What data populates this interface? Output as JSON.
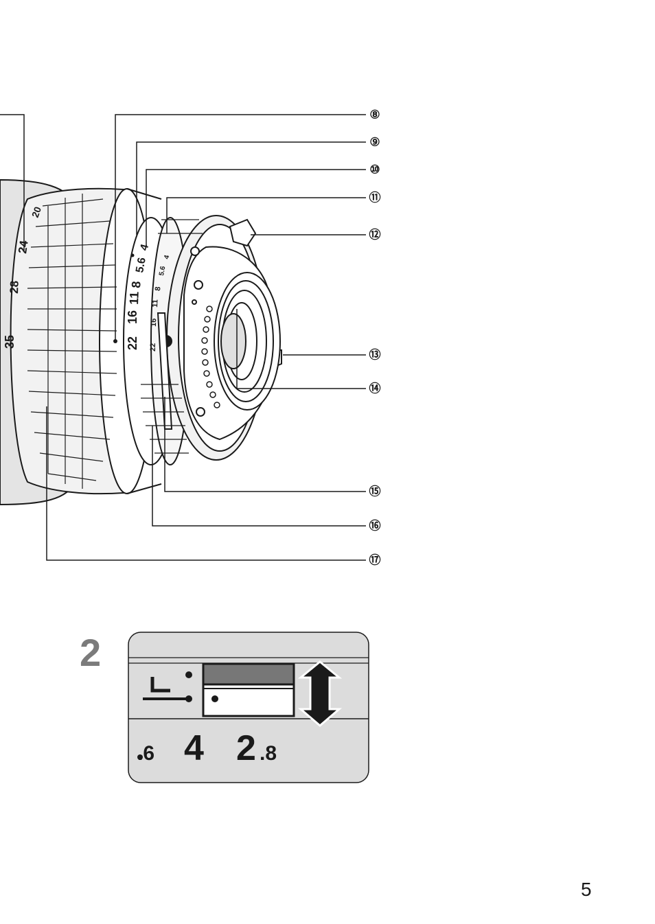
{
  "figure1": {
    "callouts": [
      "⑧",
      "⑨",
      "⑩",
      "⑪",
      "⑫",
      "⑬",
      "⑭",
      "⑮",
      "⑯",
      "⑰"
    ],
    "focal_scale": [
      "20",
      "24",
      "28",
      "35"
    ],
    "aperture_scale": [
      "22",
      "16",
      "11",
      "8",
      "5.6",
      "4"
    ],
    "inner_aperture_scale": [
      "22",
      "16",
      "11",
      "8",
      "5.6",
      "4"
    ]
  },
  "figure2": {
    "label": "2",
    "scale_small_left": ".6",
    "scale_big_1": "4",
    "scale_big_2": "2",
    "scale_small_right": ".8"
  },
  "page": {
    "number": "5"
  },
  "colors": {
    "line": "#1a1a1a",
    "lens_gray": "#e3e3e3",
    "panel_gray": "#dcdcdc",
    "dark_window": "#777777",
    "label_gray": "#7b7b7b"
  }
}
